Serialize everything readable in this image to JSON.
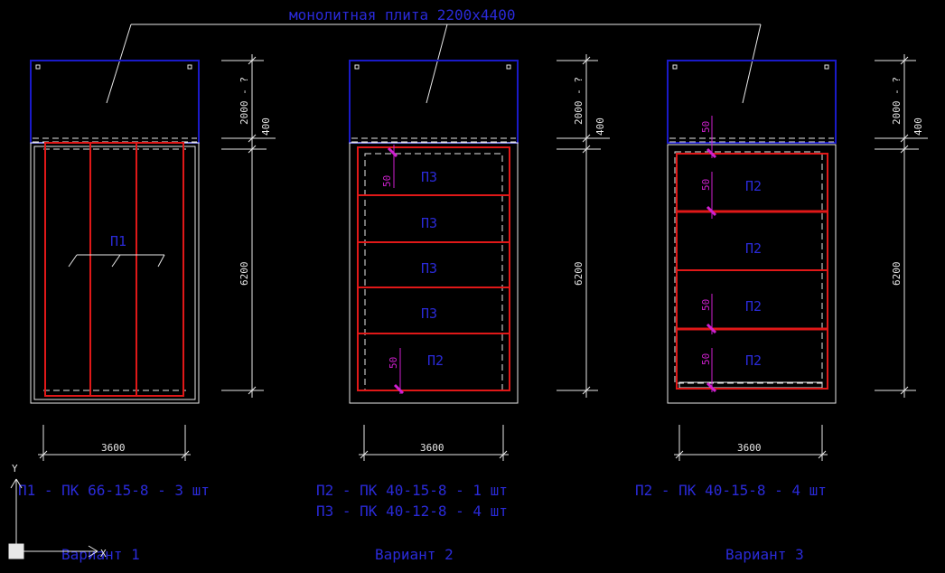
{
  "title": "монолитная плита 2200х4400",
  "dimensions": {
    "top_h": "2000 - ?",
    "gap_h": "400",
    "body_h": "6200",
    "width": "3600"
  },
  "offset_50": "50",
  "variant1": {
    "panel_label": "П1",
    "spec1": "П1 - ПК 66-15-8 - 3 шт",
    "caption": "Вариант 1"
  },
  "variant2": {
    "labels": [
      "П3",
      "П3",
      "П3",
      "П3",
      "П2"
    ],
    "spec1": "П2 - ПК 40-15-8 - 1 шт",
    "spec2": "П3 - ПК 40-12-8 - 4 шт",
    "caption": "Вариант 2"
  },
  "variant3": {
    "labels": [
      "П2",
      "П2",
      "П2",
      "П2"
    ],
    "spec1": "П2 - ПК 40-15-8 - 4 шт",
    "caption": "Вариант 3"
  },
  "ucs": {
    "x": "X",
    "y": "Y"
  }
}
